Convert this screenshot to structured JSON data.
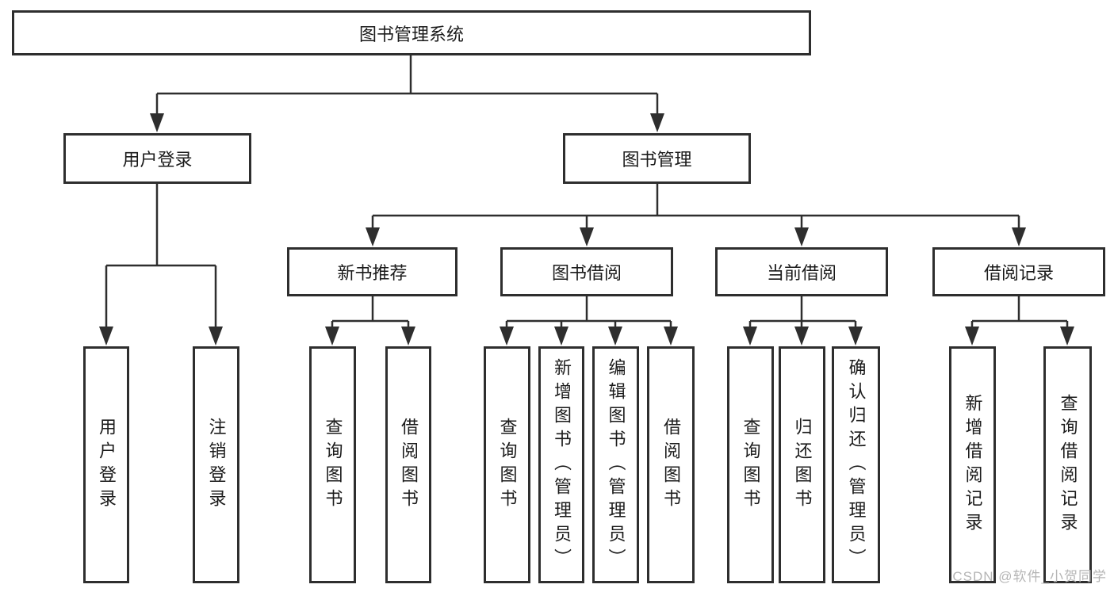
{
  "tree": {
    "root": {
      "label": "图书管理系统"
    },
    "login": {
      "label": "用户登录",
      "children": [
        {
          "label": "用户登录"
        },
        {
          "label": "注销登录"
        }
      ]
    },
    "mgmt": {
      "label": "图书管理",
      "sections": [
        {
          "label": "新书推荐",
          "children": [
            {
              "label": "查询图书"
            },
            {
              "label": "借阅图书"
            }
          ]
        },
        {
          "label": "图书借阅",
          "children": [
            {
              "label": "查询图书"
            },
            {
              "label": "新增图书（管理员）"
            },
            {
              "label": "编辑图书（管理员）"
            },
            {
              "label": "借阅图书"
            }
          ]
        },
        {
          "label": "当前借阅",
          "children": [
            {
              "label": "查询图书"
            },
            {
              "label": "归还图书"
            },
            {
              "label": "确认归还（管理员）"
            }
          ]
        },
        {
          "label": "借阅记录",
          "children": [
            {
              "label": "新增借阅记录"
            },
            {
              "label": "查询借阅记录"
            }
          ]
        }
      ]
    }
  },
  "watermark": {
    "text": "CSDN @软件_小贺同学",
    "color": "#b5b5b5"
  },
  "colors": {
    "line": "#2e2e2e",
    "text": "#1b1b1b",
    "background": "#ffffff"
  }
}
